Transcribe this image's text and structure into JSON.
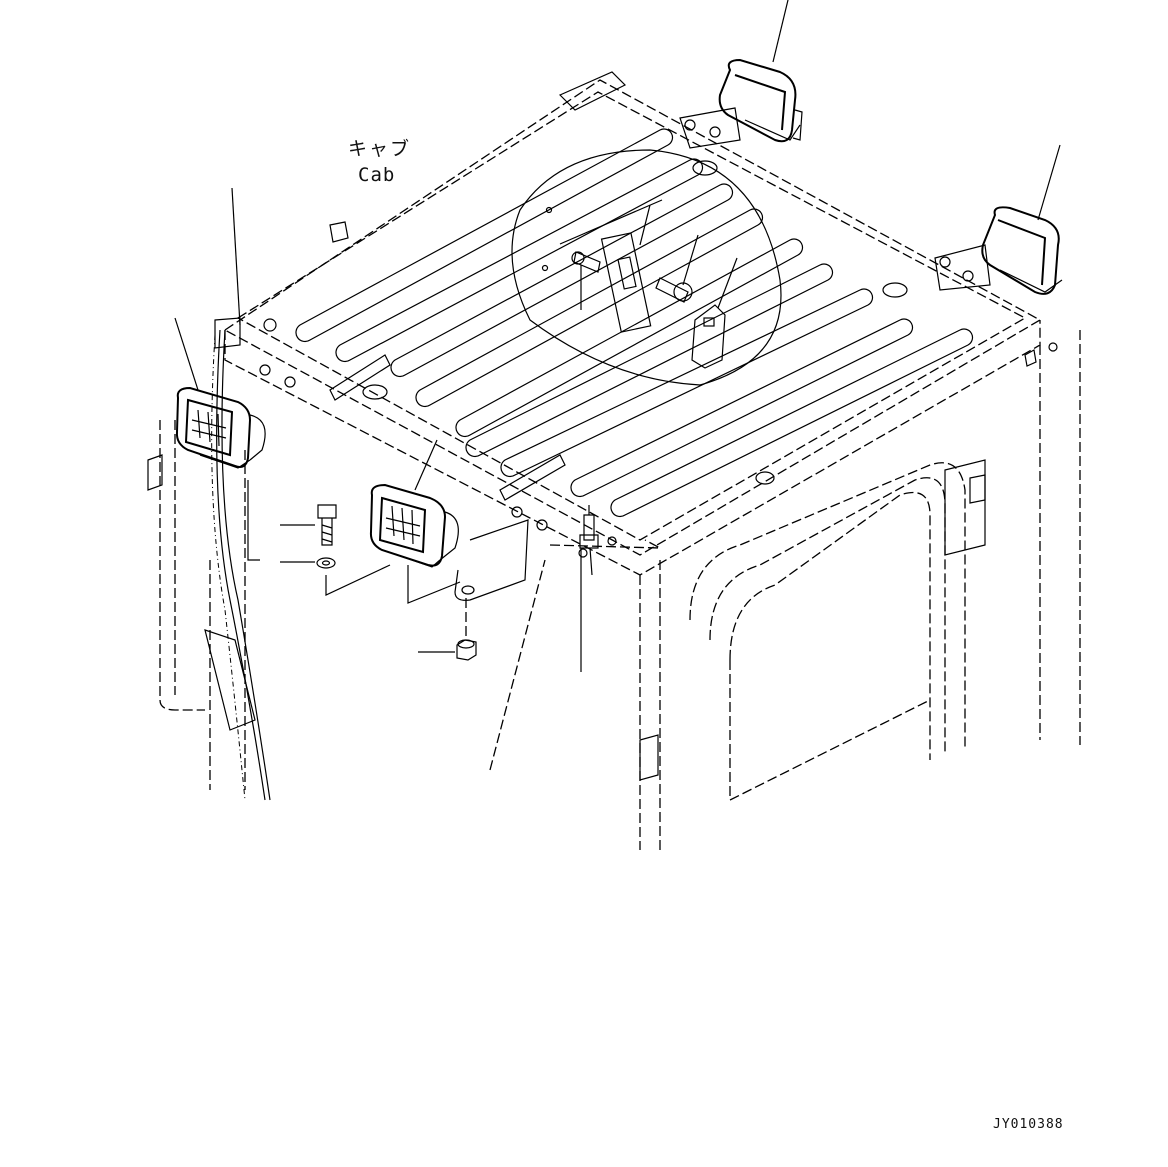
{
  "labels": {
    "cab_jp": "キャブ",
    "cab_en": "Cab",
    "drawing_code": "JY010388"
  },
  "colors": {
    "line": "#000000",
    "background": "#ffffff"
  }
}
